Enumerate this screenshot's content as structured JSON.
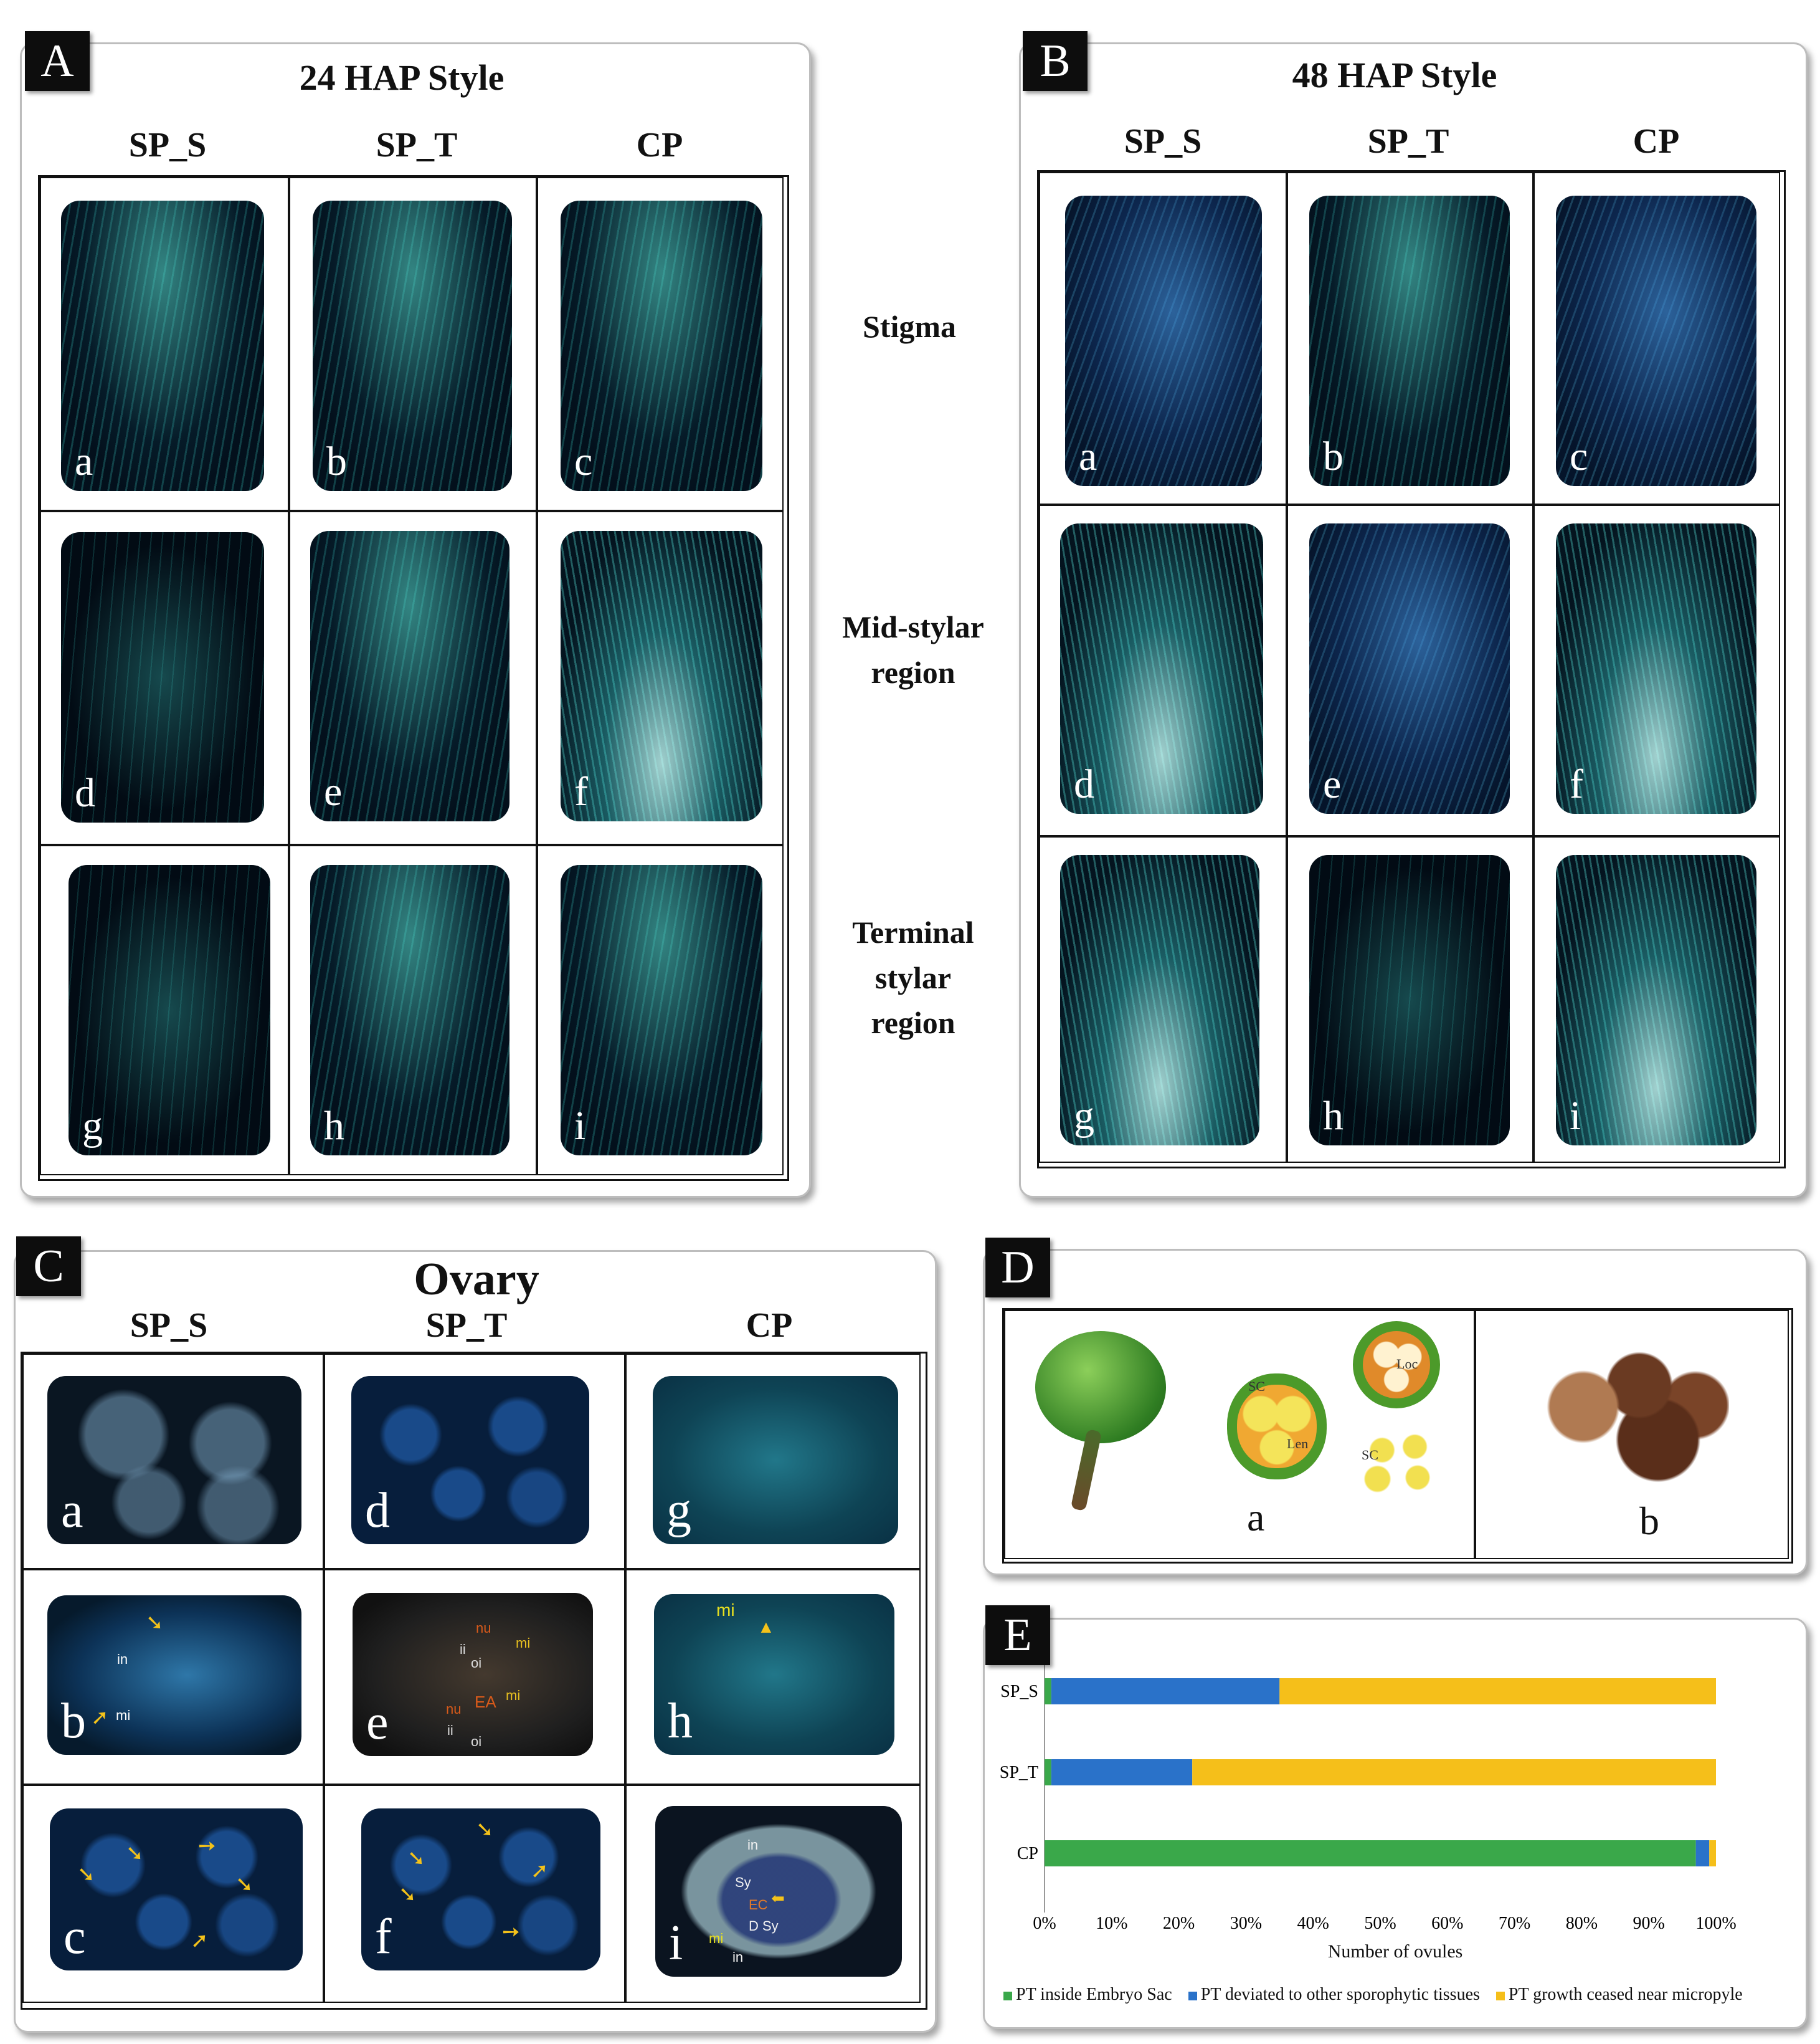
{
  "panelA": {
    "tag": "A",
    "title": "24 HAP Style",
    "columns": [
      "SP_S",
      "SP_T",
      "CP"
    ],
    "cells": [
      "a",
      "b",
      "c",
      "d",
      "e",
      "f",
      "g",
      "h",
      "i"
    ]
  },
  "panelB": {
    "tag": "B",
    "title": "48 HAP Style",
    "columns": [
      "SP_S",
      "SP_T",
      "CP"
    ],
    "cells": [
      "a",
      "b",
      "c",
      "d",
      "e",
      "f",
      "g",
      "h",
      "i"
    ]
  },
  "rows": {
    "stigma": "Stigma",
    "mid": [
      "Mid-stylar",
      "region"
    ],
    "terminal": [
      "Terminal",
      "stylar",
      "region"
    ]
  },
  "panelC": {
    "tag": "C",
    "title": "Ovary",
    "columns": [
      "SP_S",
      "SP_T",
      "CP"
    ],
    "cells": [
      "a",
      "d",
      "g",
      "b",
      "e",
      "h",
      "c",
      "f",
      "i"
    ],
    "annotations": {
      "b_in": "in",
      "b_mi": "mi",
      "e_nu1": "nu",
      "e_ii1": "ii",
      "e_oi1": "oi",
      "e_mi1": "mi",
      "e_ea": "EA",
      "e_nu2": "nu",
      "e_mi2": "mi",
      "e_ii2": "ii",
      "e_oi2": "oi",
      "h_mi": "mi",
      "i_in1": "in",
      "i_sy": "Sy",
      "i_ec": "EC",
      "i_dsy": "D Sy",
      "i_mi": "mi",
      "i_in2": "in"
    }
  },
  "panelD": {
    "tag": "D",
    "labels": [
      "a",
      "b"
    ],
    "annotations": {
      "sc1": "SC",
      "len": "Len",
      "loc": "Loc",
      "sc2": "SC"
    }
  },
  "panelE": {
    "tag": "E",
    "chart_data": {
      "type": "bar",
      "orientation": "horizontal",
      "stacked": "percent",
      "categories": [
        "SP_S",
        "SP_T",
        "CP"
      ],
      "series": [
        {
          "name": "PT inside Embryo Sac",
          "color": "#3aa84a",
          "values": [
            1,
            1,
            97
          ]
        },
        {
          "name": "PT deviated to other sporophytic tissues",
          "color": "#2a72c9",
          "values": [
            34,
            21,
            2
          ]
        },
        {
          "name": "PT growth ceased near micropyle",
          "color": "#f5bf1a",
          "values": [
            65,
            78,
            1
          ]
        }
      ],
      "xlabel": "Number of ovules",
      "xticks": [
        "0%",
        "10%",
        "20%",
        "30%",
        "40%",
        "50%",
        "60%",
        "70%",
        "80%",
        "90%",
        "100%"
      ],
      "xlim": [
        0,
        100
      ],
      "legend": "bottom"
    }
  }
}
